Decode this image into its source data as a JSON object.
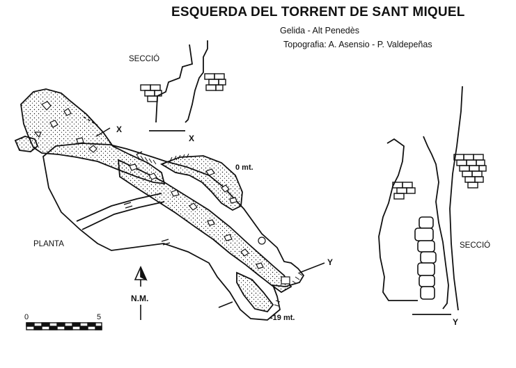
{
  "title": "ESQUERDA DEL TORRENT DE SANT MIQUEL",
  "location": "Gelida - Alt Penedès",
  "topography": "Topografia: A. Asensio - P. Valdepeñas",
  "labels": {
    "section_top": "SECCIÓ",
    "section_right": "SECCIÓ",
    "plan": "PLANTA",
    "x_left": "X",
    "x_right": "X",
    "y_plan": "Y",
    "y_section": "Y",
    "depth_top": "0 mt.",
    "depth_bottom": "-19 mt.",
    "north": "N.M.",
    "scale_start": "0",
    "scale_end": "5"
  }
}
